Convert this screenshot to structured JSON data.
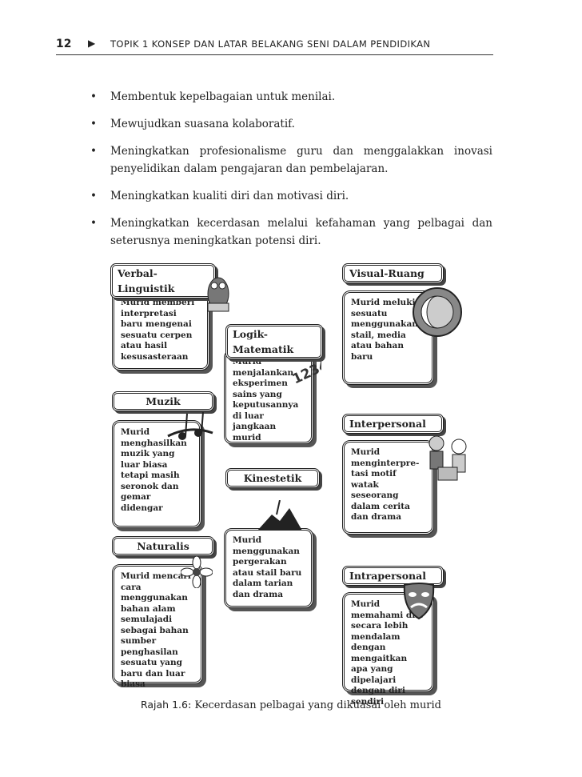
{
  "header": {
    "page_number": "12",
    "arrow_icon": "right-triangle-icon",
    "title": "TOPIK 1  KONSEP DAN LATAR BELAKANG SENI DALAM PENDIDIKAN"
  },
  "bullets": [
    "Membentuk kepelbagaian untuk menilai.",
    "Mewujudkan suasana kolaboratif.",
    "Meningkatkan profesionalisme guru dan menggalakkan inovasi penyelidikan dalam pengajaran dan pembelajaran.",
    "Meningkatkan kualiti diri dan motivasi diri.",
    "Meningkatkan kecerdasan melalui kefahaman yang pelbagai dan seterusnya meningkatkan potensi diri."
  ],
  "figure": {
    "cards": [
      {
        "title": "Verbal-Linguistik",
        "text": "Murid memberi interpretasi baru mengenai sesuatu cerpen atau hasil kesusasteraan",
        "icon": "owl-reading-icon"
      },
      {
        "title": "Logik-Matematik",
        "text": "Murid menjalankan eksperimen sains yang keputusannya di luar jangkaan murid",
        "icon": "numbers-1234-icon"
      },
      {
        "title": "Visual-Ruang",
        "text": "Murid melukis sesuatu menggunakan stail, media atau bahan baru",
        "icon": "sun-moon-icon"
      },
      {
        "title": "Muzik",
        "text": "Murid menghasilkan muzik yang luar biasa tetapi masih seronok dan gemar didengar",
        "icon": "music-notes-icon"
      },
      {
        "title": "Kinestetik",
        "text": "Murid menggunakan pergerakan atau stail baru dalam tarian dan drama",
        "icon": "dancer-icon"
      },
      {
        "title": "Interpersonal",
        "text": "Murid menginterpre-tasi motif watak seseorang dalam cerita dan drama",
        "icon": "people-gift-icon"
      },
      {
        "title": "Naturalis",
        "text": "Murid mencari cara menggunakan bahan alam semulajadi sebagai bahan sumber penghasilan sesuatu yang baru dan luar biasa",
        "icon": "flower-icon"
      },
      {
        "title": "Intrapersonal",
        "text": "Murid memahami diri secara lebih mendalam dengan mengaitkan apa yang dipelajari dengan diri sendiri",
        "icon": "theatre-mask-icon"
      }
    ]
  },
  "caption": {
    "label": "Rajah 1.6",
    "text": ": Kecerdasan pelbagai yang dikuasai oleh murid"
  }
}
